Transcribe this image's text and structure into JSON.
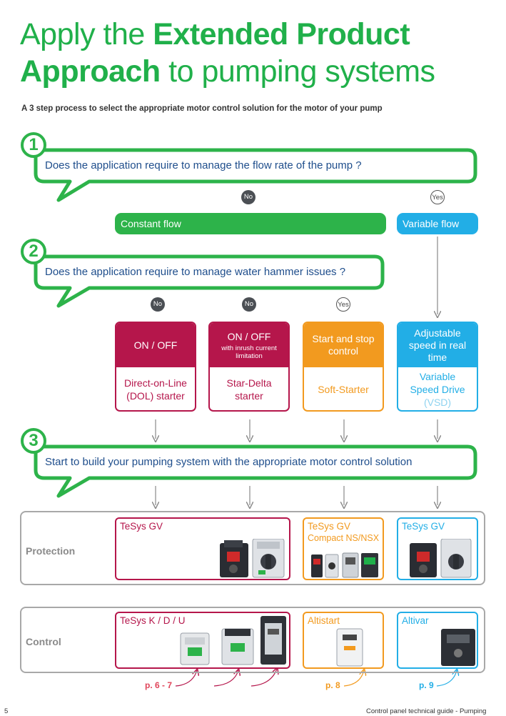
{
  "title": {
    "part1": "Apply the ",
    "part2": "Extended Product",
    "part3": "Approach",
    "part4": " to pumping systems"
  },
  "subtitle": "A 3 step process to select the appropriate motor control solution for the motor of your pump",
  "steps": [
    {
      "number": "1",
      "question": "Does the application require to manage the flow rate of the pump ?"
    },
    {
      "number": "2",
      "question": "Does the application require to manage water hammer issues ?"
    },
    {
      "number": "3",
      "question": "Start to build your pumping system with the appropriate motor control solution"
    }
  ],
  "step1_answers": {
    "no": "No",
    "yes": "Yes"
  },
  "flows": {
    "constant": "Constant flow",
    "variable": "Variable flow"
  },
  "step2_answers": {
    "no1": "No",
    "no2": "No",
    "yes": "Yes"
  },
  "solutions": [
    {
      "top": "ON / OFF",
      "top_small": "",
      "bottom1": "Direct-on-Line",
      "bottom2": "(DOL) starter"
    },
    {
      "top": "ON / OFF",
      "top_small": "with inrush current limitation",
      "bottom1": "Star-Delta",
      "bottom2": "starter"
    },
    {
      "top": "Start and stop control",
      "top_small": "",
      "bottom1": "Soft-Starter",
      "bottom2": ""
    },
    {
      "top": "Adjustable speed in real time",
      "top_small": "",
      "bottom1": "Variable Speed Drive",
      "bottom2": "(VSD)"
    }
  ],
  "protection": {
    "label": "Protection",
    "groups": [
      {
        "name": "TeSys GV",
        "name2": ""
      },
      {
        "name": "TeSys GV",
        "name2": "Compact NS/NSX"
      },
      {
        "name": "TeSys GV",
        "name2": ""
      }
    ]
  },
  "control": {
    "label": "Control",
    "groups": [
      {
        "name": "TeSys K / D / U",
        "page": "p. 6 - 7"
      },
      {
        "name": "Altistart",
        "page": "p. 8"
      },
      {
        "name": "Altivar",
        "page": "p. 9"
      }
    ]
  },
  "footer": {
    "page_number": "5",
    "text": "Control panel technical guide - Pumping"
  },
  "colors": {
    "green": "#2db34a",
    "magenta": "#b5164b",
    "orange": "#f29a1f",
    "cyan": "#22aee6",
    "grey": "#a8a8a8"
  }
}
